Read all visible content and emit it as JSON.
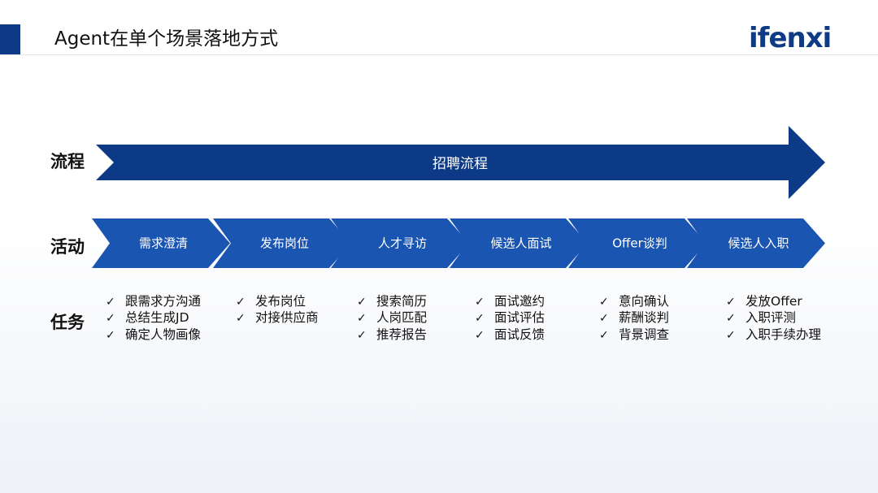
{
  "header": {
    "title": "Agent在单个场景落地方式",
    "logo_text": "ifenxi"
  },
  "rows": {
    "process_label": "流程",
    "activity_label": "活动",
    "task_label": "任务"
  },
  "process": {
    "label": "招聘流程"
  },
  "activities": [
    "需求澄清",
    "发布岗位",
    "人才寻访",
    "候选人面试",
    "Offer谈判",
    "候选人入职"
  ],
  "tasks": [
    [
      "跟需求方沟通",
      "总结生成JD",
      "确定人物画像"
    ],
    [
      "发布岗位",
      "对接供应商"
    ],
    [
      "搜索简历",
      "人岗匹配",
      "推荐报告"
    ],
    [
      "面试邀约",
      "面试评估",
      "面试反馈"
    ],
    [
      "意向确认",
      "薪酬谈判",
      "背景调查"
    ],
    [
      "发放Offer",
      "入职评测",
      "入职手续办理"
    ]
  ],
  "check_glyph": "✓",
  "colors": {
    "primary": "#0e3a86",
    "process_arrow": "#0d3a87",
    "activity_chevron": "#1b55b2",
    "accent_bar": "#0e3a86"
  }
}
